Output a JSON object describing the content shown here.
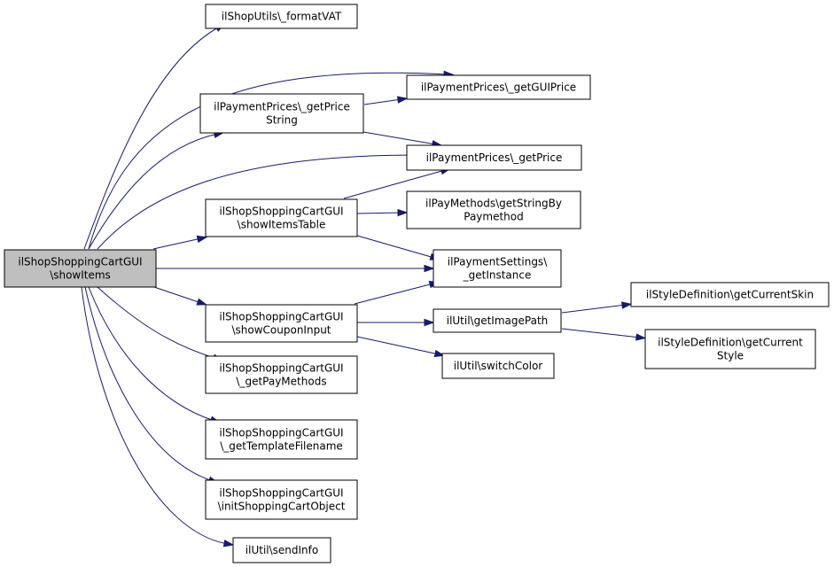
{
  "diagram": {
    "root": {
      "id": "root",
      "lines": [
        "ilShopShoppingCartGUI",
        "\\showItems"
      ]
    },
    "nodes": [
      {
        "id": "formatVAT",
        "lines": [
          "ilShopUtils\\_formatVAT"
        ]
      },
      {
        "id": "getGUIPrice",
        "lines": [
          "ilPaymentPrices\\_getGUIPrice"
        ]
      },
      {
        "id": "getPriceString",
        "lines": [
          "ilPaymentPrices\\_getPrice",
          "String"
        ]
      },
      {
        "id": "getPrice",
        "lines": [
          "ilPaymentPrices\\_getPrice"
        ]
      },
      {
        "id": "showItemsTable",
        "lines": [
          "ilShopShoppingCartGUI",
          "\\showItemsTable"
        ]
      },
      {
        "id": "getStringByPaymethod",
        "lines": [
          "ilPayMethods\\getStringBy",
          "Paymethod"
        ]
      },
      {
        "id": "paymentSettings",
        "lines": [
          "ilPaymentSettings\\",
          "_getInstance"
        ]
      },
      {
        "id": "showCouponInput",
        "lines": [
          "ilShopShoppingCartGUI",
          "\\showCouponInput"
        ]
      },
      {
        "id": "getImagePath",
        "lines": [
          "ilUtil\\getImagePath"
        ]
      },
      {
        "id": "getCurrentSkin",
        "lines": [
          "ilStyleDefinition\\getCurrentSkin"
        ]
      },
      {
        "id": "getCurrentStyle",
        "lines": [
          "ilStyleDefinition\\getCurrent",
          "Style"
        ]
      },
      {
        "id": "switchColor",
        "lines": [
          "ilUtil\\switchColor"
        ]
      },
      {
        "id": "getPayMethods",
        "lines": [
          "ilShopShoppingCartGUI",
          "\\_getPayMethods"
        ]
      },
      {
        "id": "getTemplateFilename",
        "lines": [
          "ilShopShoppingCartGUI",
          "\\_getTemplateFilename"
        ]
      },
      {
        "id": "initShoppingCartObject",
        "lines": [
          "ilShopShoppingCartGUI",
          "\\initShoppingCartObject"
        ]
      },
      {
        "id": "sendInfo",
        "lines": [
          "ilUtil\\sendInfo"
        ]
      }
    ],
    "edges": [
      {
        "from": "root",
        "to": "formatVAT"
      },
      {
        "from": "root",
        "to": "getGUIPrice"
      },
      {
        "from": "root",
        "to": "getPriceString"
      },
      {
        "from": "root",
        "to": "getPrice"
      },
      {
        "from": "root",
        "to": "showItemsTable"
      },
      {
        "from": "root",
        "to": "paymentSettings"
      },
      {
        "from": "root",
        "to": "showCouponInput"
      },
      {
        "from": "root",
        "to": "getPayMethods"
      },
      {
        "from": "root",
        "to": "getTemplateFilename"
      },
      {
        "from": "root",
        "to": "initShoppingCartObject"
      },
      {
        "from": "root",
        "to": "sendInfo"
      },
      {
        "from": "getPriceString",
        "to": "getGUIPrice"
      },
      {
        "from": "getPriceString",
        "to": "getPrice"
      },
      {
        "from": "showItemsTable",
        "to": "getPrice"
      },
      {
        "from": "showItemsTable",
        "to": "getStringByPaymethod"
      },
      {
        "from": "showItemsTable",
        "to": "paymentSettings"
      },
      {
        "from": "showCouponInput",
        "to": "paymentSettings"
      },
      {
        "from": "showCouponInput",
        "to": "getImagePath"
      },
      {
        "from": "showCouponInput",
        "to": "switchColor"
      },
      {
        "from": "getImagePath",
        "to": "getCurrentSkin"
      },
      {
        "from": "getImagePath",
        "to": "getCurrentStyle"
      }
    ],
    "colors": {
      "edge": "#191970",
      "root_fill": "#bfbfbf",
      "node_fill": "#ffffff",
      "border": "#000000"
    }
  }
}
